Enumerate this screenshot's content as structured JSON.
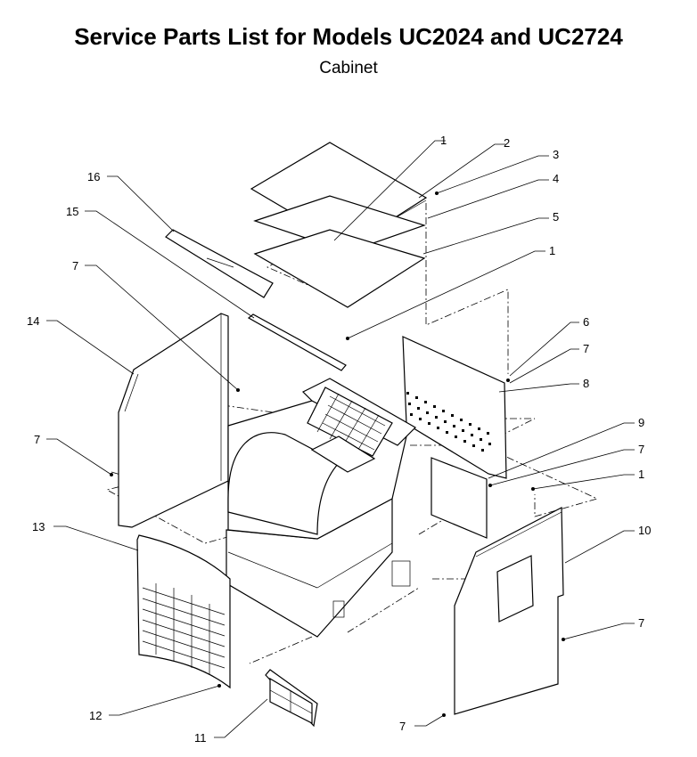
{
  "header": {
    "title": "Service Parts List for Models UC2024 and UC2724",
    "subtitle": "Cabinet"
  },
  "callouts": {
    "c1a": "1",
    "c2": "2",
    "c3": "3",
    "c4": "4",
    "c5": "5",
    "c1b": "1",
    "c6": "6",
    "c7a": "7",
    "c8": "8",
    "c9": "9",
    "c7b": "7",
    "c1c": "1",
    "c10": "10",
    "c7c": "7",
    "c7d": "7",
    "c11": "11",
    "c12": "12",
    "c13": "13",
    "c7e": "7",
    "c14": "14",
    "c7f": "7",
    "c15": "15",
    "c16": "16"
  }
}
